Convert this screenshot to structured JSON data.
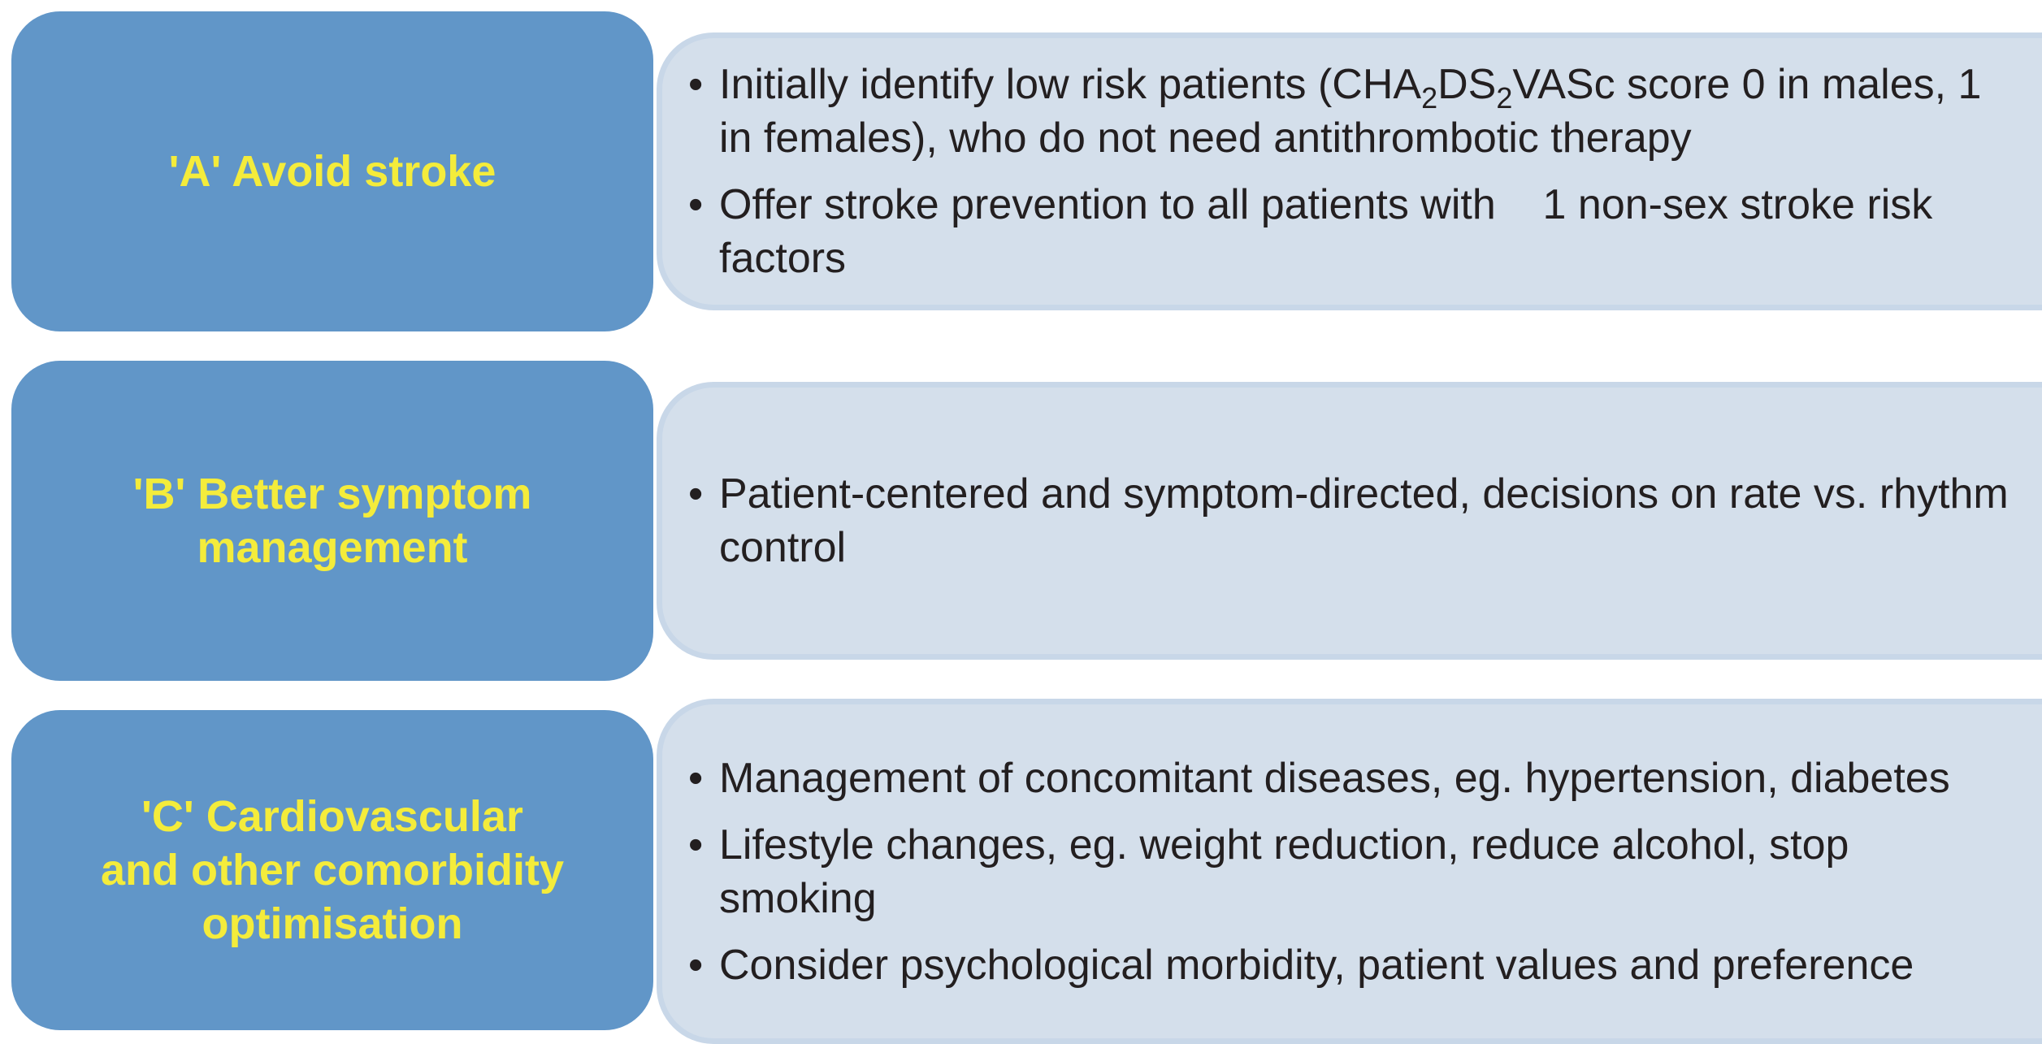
{
  "rows": [
    {
      "title": "'A' Avoid stroke",
      "bullets": [
        {
          "parts": [
            "Initially identify low risk patients (CHA",
            "2",
            "DS",
            "2",
            "VASc score 0 in males, 1 in females), who do not need antithrombotic therapy"
          ]
        },
        {
          "parts": [
            "Offer stroke prevention to all patients with    1 non-sex stroke risk factors"
          ]
        }
      ]
    },
    {
      "title": "'B' Better symptom\nmanagement",
      "bullets": [
        {
          "parts": [
            "Patient-centered and symptom-directed, decisions on rate vs. rhythm control"
          ]
        }
      ]
    },
    {
      "title": "'C' Cardiovascular\nand other comorbidity\noptimisation",
      "bullets": [
        {
          "parts": [
            "Management of concomitant diseases, eg. hypertension, diabetes"
          ]
        },
        {
          "parts": [
            "Lifestyle changes, eg. weight reduction, reduce alcohol, stop smoking"
          ]
        },
        {
          "parts": [
            "Consider psychological morbidity, patient values and preference"
          ]
        }
      ]
    }
  ],
  "bullet_glyph": "•",
  "colors": {
    "left_fill": "#6196c8",
    "title_text": "#f4ec3b",
    "right_fill": "#d4dfeb",
    "body_text": "#231f20"
  }
}
